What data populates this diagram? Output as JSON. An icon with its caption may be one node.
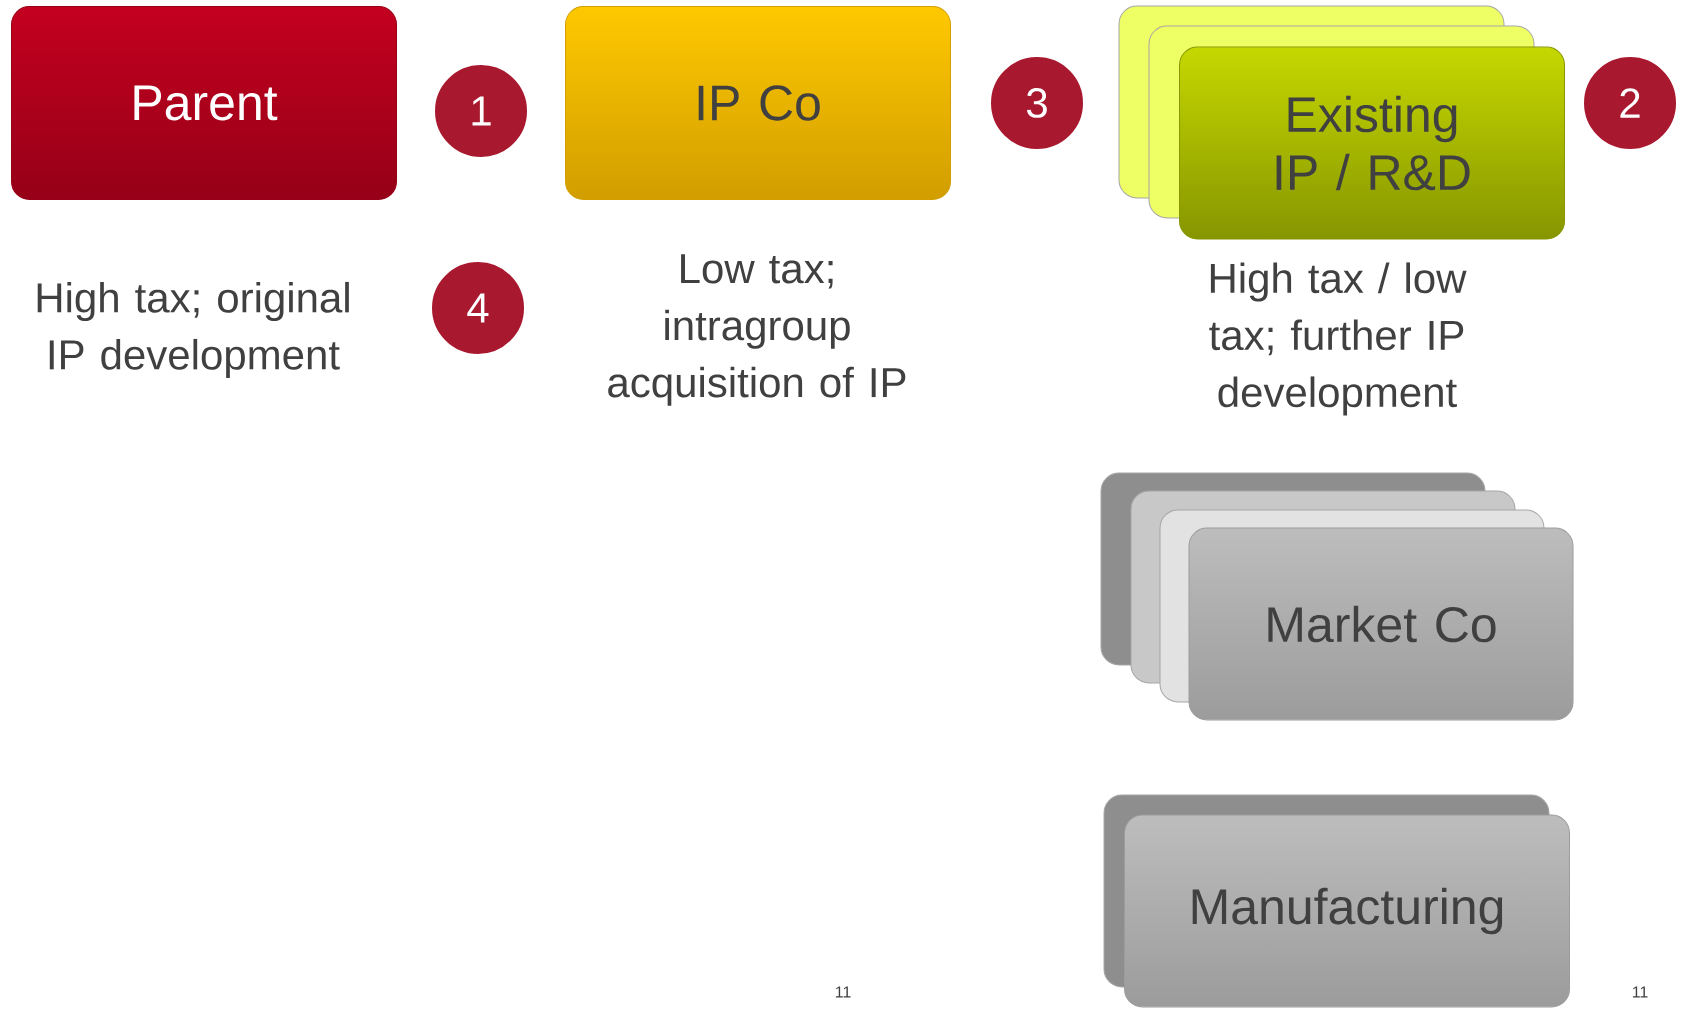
{
  "diagram": {
    "nodes": [
      {
        "text": [
          "Parent"
        ],
        "beside": [
          "High tax; original IP development"
        ]
      },
      {
        "text": [
          "1"
        ]
      },
      {
        "text": [
          "IP Co"
        ],
        "beside": [
          "Low tax; intragroup acquisition of IP"
        ]
      },
      {
        "text": [
          "3"
        ]
      },
      {
        "text": [
          "Existing IP / R&D"
        ],
        "beside": [
          "High tax / low tax; further IP development"
        ]
      },
      {
        "text": [
          "2"
        ]
      },
      {
        "text": [
          "4"
        ]
      },
      {
        "text": [
          "Market Co"
        ]
      },
      {
        "text": [
          "Manufacturing"
        ]
      }
    ],
    "labels": [
      "11",
      "11"
    ]
  }
}
